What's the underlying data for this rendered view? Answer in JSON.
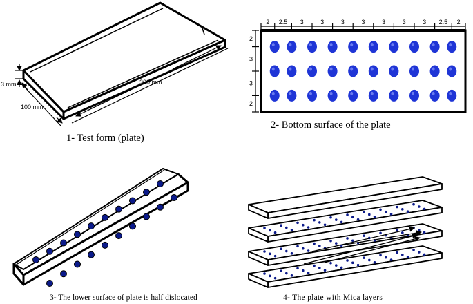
{
  "panels": {
    "test_form": {
      "caption": "1- Test form (plate)",
      "thickness_label": "3 mm",
      "width_label": "100 mm",
      "length_label": "300 mm"
    },
    "bottom_surface": {
      "caption": "2- Bottom surface of the plate",
      "column_spacings": [
        "2",
        "2.5",
        "3",
        "3",
        "3",
        "3",
        "3",
        "3",
        "3",
        "2.5",
        "2"
      ],
      "row_spacings": [
        "2",
        "3",
        "3",
        "2"
      ],
      "rows": 3,
      "columns": 10
    },
    "dislocated": {
      "caption": "3- The lower surface of plate is half dislocated"
    },
    "mica_layers": {
      "caption": "4- The plate with Mica layers"
    }
  },
  "colors": {
    "hole_fill": "#1f35d6",
    "hole_fill_dark": "#0b1a8a",
    "line": "#000000"
  }
}
